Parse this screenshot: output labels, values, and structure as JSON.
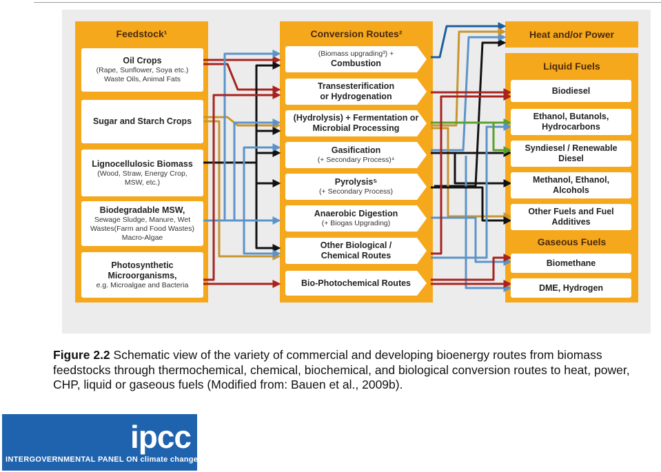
{
  "feedstock": {
    "header": "Feedstock¹",
    "items": [
      {
        "title": "Oil Crops",
        "sub1": "(Rape, Sunflower, Soya etc.)",
        "sub2": "Waste Oils, Animal Fats",
        "sub3": ""
      },
      {
        "title": "Sugar and Starch Crops",
        "sub1": "",
        "sub2": "",
        "sub3": ""
      },
      {
        "title": "Lignocellulosic Biomass",
        "sub1": "(Wood, Straw, Energy Crop,",
        "sub2": "MSW, etc.)",
        "sub3": ""
      },
      {
        "title": "Biodegradable MSW,",
        "sub1": "Sewage Sludge, Manure, Wet",
        "sub2": "Wastes(Farm and Food Wastes)",
        "sub3": "Macro-Algae"
      },
      {
        "title": "Photosynthetic",
        "title2": "Microorganisms,",
        "sub1": "e.g. Microalgae and Bacteria",
        "sub2": "",
        "sub3": ""
      }
    ]
  },
  "conversion": {
    "header": "Conversion Routes²",
    "items": [
      {
        "line1": "(Biomass upgrading³) +",
        "line2": "Combustion"
      },
      {
        "line1": "Transesterification",
        "line2": "or Hydrogenation"
      },
      {
        "line1": "(Hydrolysis) + Fermentation or",
        "line2": "Microbial Processing"
      },
      {
        "line1": "Gasification",
        "line2": "(+ Secondary Process)⁴"
      },
      {
        "line1": "Pyrolysis⁵",
        "line2": "(+ Secondary Process)"
      },
      {
        "line1": "Anaerobic Digestion",
        "line2": "(+ Biogas Upgrading)"
      },
      {
        "line1": "Other Biological /",
        "line2": "Chemical Routes"
      },
      {
        "line1": "Bio-Photochemical Routes",
        "line2": ""
      }
    ]
  },
  "outputs": {
    "heat_header": "Heat and/or Power",
    "liquid_header": "Liquid Fuels",
    "gaseous_header": "Gaseous Fuels",
    "liquid_items": [
      {
        "line1": "Biodiesel",
        "line2": ""
      },
      {
        "line1": "Ethanol, Butanols,",
        "line2": "Hydrocarbons"
      },
      {
        "line1": "Syndiesel / Renewable",
        "line2": "Diesel"
      },
      {
        "line1": "Methanol, Ethanol,",
        "line2": "Alcohols"
      },
      {
        "line1": "Other Fuels and Fuel",
        "line2": "Additives"
      }
    ],
    "gaseous_items": [
      {
        "line1": "Biomethane"
      },
      {
        "line1": "DME, Hydrogen"
      }
    ]
  },
  "colors": {
    "orange": "#f6a81c",
    "red": "#a8221e",
    "tan": "#c8952e",
    "black": "#111111",
    "blue": "#5b93c9",
    "green": "#5aa02c",
    "darkblue": "#1d5f9e"
  },
  "caption": {
    "label": "Figure 2.2",
    "text": " Schematic view of the variety of commercial and developing bioenergy routes from biomass feedstocks through thermochemical, chemical, biochemical, and biological conversion routes to heat, power, CHP, liquid or gaseous fuels (Modified from: Bauen et al., 2009b)."
  },
  "logo": {
    "word": "ipcc",
    "subtitle": "INTERGOVERNMENTAL PANEL ON climate change"
  }
}
